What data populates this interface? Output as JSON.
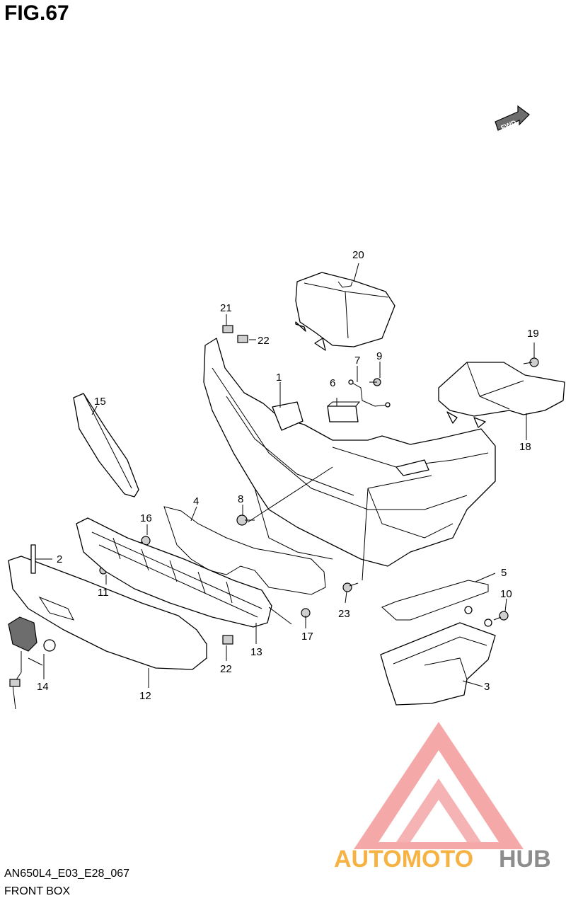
{
  "figure": {
    "title": "FIG.67"
  },
  "direction_badge": {
    "label": "FWD"
  },
  "callouts": [
    "1",
    "2",
    "3",
    "4",
    "5",
    "6",
    "7",
    "8",
    "9",
    "10",
    "11",
    "12",
    "13",
    "14",
    "15",
    "16",
    "17",
    "18",
    "19",
    "20",
    "21",
    "22",
    "22",
    "23"
  ],
  "footer": {
    "code": "AN650L4_E03_E28_067",
    "section": "FRONT BOX"
  },
  "watermark": {
    "part1": "AUTOMOTO",
    "part2": "HUB",
    "colors": {
      "triangle": "#f08080",
      "text_orange": "#f5a623",
      "text_grey": "#7a7a7a"
    }
  }
}
